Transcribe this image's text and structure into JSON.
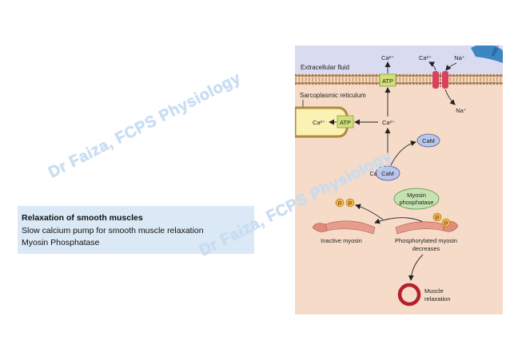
{
  "slide": {
    "textbox": {
      "title": "Relaxation of smooth muscles",
      "line2": "Slow calcium pump for smooth muscle relaxation",
      "line3": "Myosin Phosphatase"
    },
    "watermark": "Dr Faiza, FCPS Physiology",
    "corner_text": "mics"
  },
  "diagram": {
    "extracellular_fluid": "Extracellular fluid",
    "sarcoplasmic_reticulum": "Sarcoplasmic reticulum",
    "ca_top_left": "Ca²⁺",
    "ca_top_right": "Ca²⁺",
    "na_top": "Na⁺",
    "na_bottom": "Na⁺",
    "atp_membrane": "ATP",
    "atp_sr": "ATP",
    "ca_sr_inside": "Ca²⁺",
    "ca_cytosol": "Ca²⁺",
    "cam_free": "CaM",
    "cam_bound": "CaM",
    "ca_on_cam": "Ca",
    "myosin_phosphatase": [
      "Myosin",
      "phosphatase"
    ],
    "phosphate": "P",
    "inactive_myosin": "Inactive myosin",
    "phosphorylated_myosin": [
      "Phosphorylated myosin",
      "decreases"
    ],
    "muscle_relaxation": [
      "Muscle",
      "relaxation"
    ],
    "colors": {
      "cell_background": "#f6dcc8",
      "extracellular": "#d9dbf0",
      "atp_box": "#cfe07a",
      "sr_fill": "#fbf1b4",
      "cam": "#b9c5ea",
      "phosphatase": "#c4e3b0",
      "phosphate": "#f0b242",
      "channel": "#d8425e",
      "relaxation_ring": "#b5202d"
    }
  }
}
